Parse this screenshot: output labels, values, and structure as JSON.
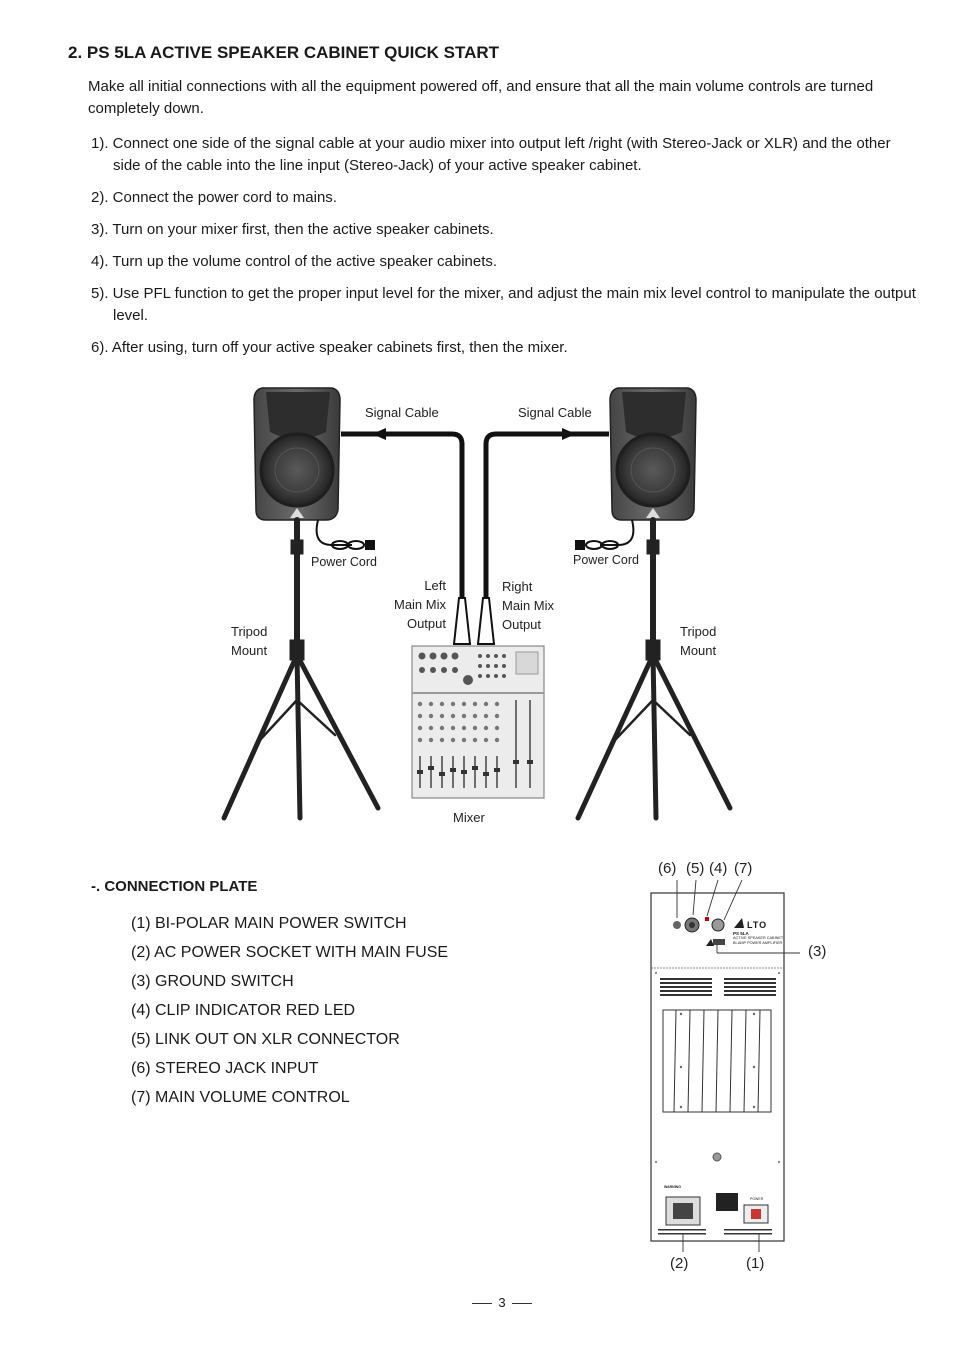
{
  "section": {
    "heading": "2. PS 5LA ACTIVE SPEAKER CABINET QUICK START",
    "intro": "Make all initial connections with all the equipment powered off, and ensure that all the main volume controls are turned completely down.",
    "steps": [
      "1). Connect one side of the signal cable at your audio mixer into output left /right (with Stereo-Jack or XLR) and the other side of the cable into the line input (Stereo-Jack) of your active speaker cabinet.",
      "2). Connect the power cord to mains.",
      "3). Turn on your mixer first, then the active speaker cabinets.",
      "4). Turn up the volume control of the active speaker cabinets.",
      "5). Use PFL function to get the proper input level for the mixer, and adjust the main mix level control to manipulate the output level.",
      "6). After using, turn off your active speaker cabinets first, then the mixer."
    ]
  },
  "diagram": {
    "signal_cable_left": "Signal Cable",
    "signal_cable_right": "Signal Cable",
    "power_cord_left": "Power Cord",
    "power_cord_right": "Power Cord",
    "left_output": [
      "Left",
      "Main Mix",
      "Output"
    ],
    "right_output": [
      "Right",
      "Main Mix",
      "Output"
    ],
    "tripod_left": [
      "Tripod",
      "Mount"
    ],
    "tripod_right": [
      "Tripod",
      "Mount"
    ],
    "mixer": "Mixer"
  },
  "connection_plate": {
    "title": "-. CONNECTION PLATE",
    "items": [
      "(1) BI-POLAR MAIN POWER SWITCH",
      "(2) AC POWER SOCKET WITH MAIN FUSE",
      "(3) GROUND SWITCH",
      "(4) CLIP INDICATOR RED LED",
      "(5) LINK OUT ON XLR CONNECTOR",
      "(6) STEREO JACK INPUT",
      "(7) MAIN VOLUME CONTROL"
    ],
    "callouts": {
      "c6": "(6)",
      "c5": "(5)",
      "c4": "(4)",
      "c7": "(7)",
      "c3": "(3)",
      "c2": "(2)",
      "c1": "(1)"
    },
    "panel": {
      "brand": "LTO",
      "model": "PS 5LA",
      "line1": "ACTIVE SPEAKER CABINET",
      "line2": "BI-AMP POWER AMPLIFIER",
      "warning_label": "WARNING",
      "power_label": "POWER"
    }
  },
  "page_number": "3"
}
